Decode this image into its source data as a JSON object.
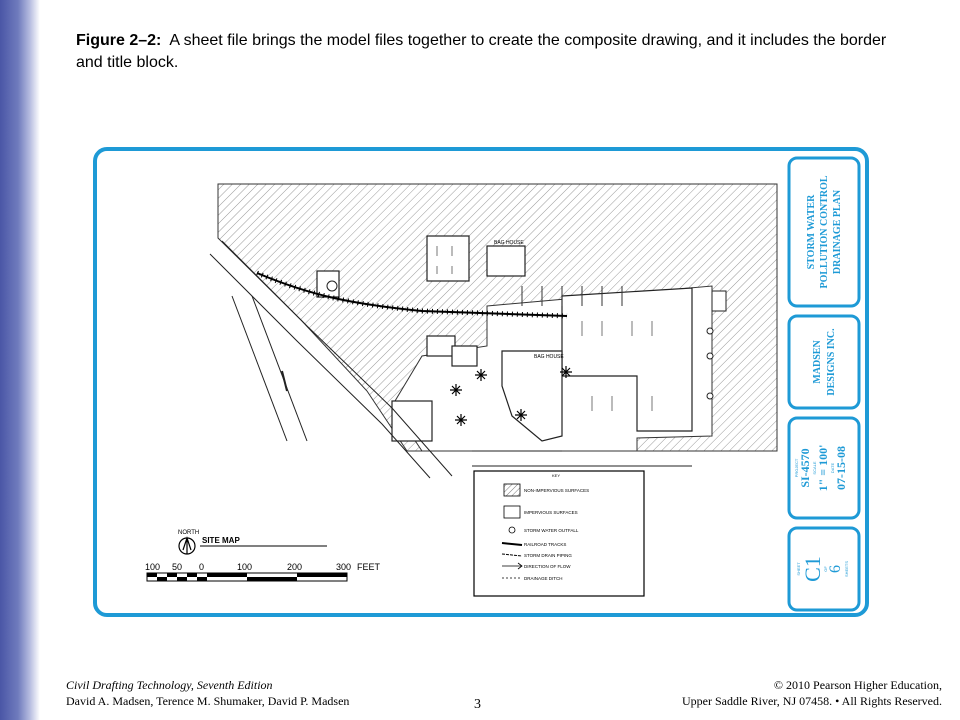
{
  "slide": {
    "figure_label": "Figure 2–2:",
    "caption_text": "A sheet file brings the model files together to create the composite drawing, and it includes the border and title block.",
    "page_number": "3"
  },
  "drawing": {
    "map_labels": {
      "north": "NORTH",
      "site_map": "SITE MAP",
      "bag_house_1": "BAG HOUSE",
      "bag_house_2": "BAG HOUSE"
    },
    "scale_bar": {
      "labels": [
        "100",
        "50",
        "0",
        "100",
        "200",
        "300",
        "FEET"
      ]
    },
    "legend": {
      "title": "KEY",
      "items": [
        "NON-IMPERVIOUS SURFACES",
        "IMPERVIOUS SURFACES",
        "STORM WATER OUTFALL",
        "RAILROAD TRACKS",
        "STORM DRAIN PIPING",
        "DIRECTION OF FLOW",
        "DRAINAGE DITCH"
      ]
    },
    "title_block": {
      "title_lines": [
        "STORM WATER",
        "POLLUTION CONTROL",
        "DRAINAGE PLAN"
      ],
      "company_lines": [
        "MADSEN",
        "DESIGNS INC."
      ],
      "project_label": "PROJECT",
      "project_value": "SI-4570",
      "scale_label": "SCALE",
      "scale_value": "1\" = 100'",
      "date_label": "DATE",
      "date_value": "07-15-08",
      "sheet_label": "SHEET",
      "sheet_value": "C1",
      "of_label": "OF",
      "sheets_value": "6",
      "sheets_label": "SHEETS"
    }
  },
  "footer": {
    "book_title": "Civil Drafting Technology, Seventh Edition",
    "authors": "David A. Madsen, Terence M. Shumaker, David P. Madsen",
    "copyright_line1": "© 2010 Pearson Higher Education,",
    "copyright_line2": "Upper Saddle River, NJ 07458. • All Rights Reserved."
  }
}
